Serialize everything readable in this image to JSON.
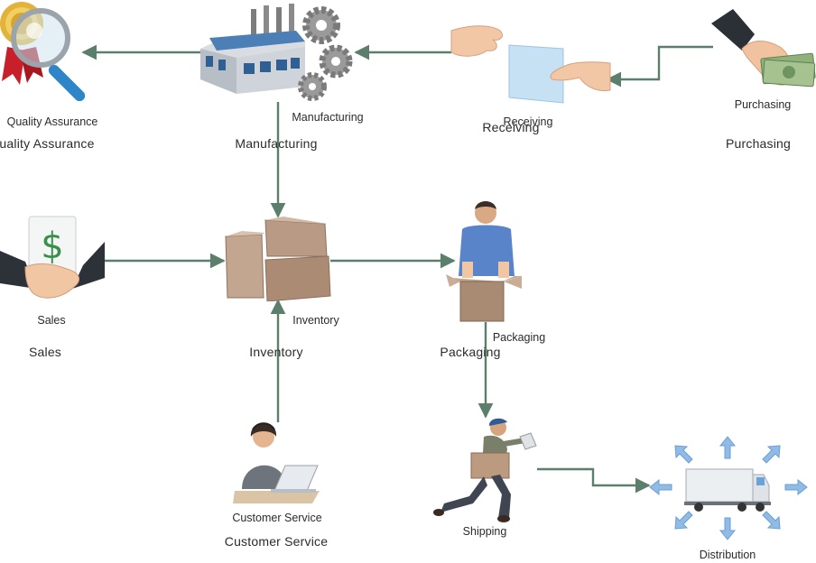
{
  "nodes": {
    "quality_assurance": {
      "icon": "award-magnifier-icon",
      "label": "Quality Assurance",
      "caption": "uality Assurance"
    },
    "manufacturing": {
      "icon": "factory-gears-icon",
      "label": "Manufacturing",
      "caption": "Manufacturing"
    },
    "receiving": {
      "icon": "hands-document-icon",
      "label": "Receiving",
      "caption": "Receiving"
    },
    "purchasing": {
      "icon": "hand-money-icon",
      "label": "Purchasing",
      "caption": "Purchasing"
    },
    "sales": {
      "icon": "handshake-dollar-icon",
      "label": "Sales",
      "caption": "Sales"
    },
    "inventory": {
      "icon": "stacked-boxes-icon",
      "label": "Inventory",
      "caption": "Inventory"
    },
    "packaging": {
      "icon": "worker-box-icon",
      "label": "Packaging",
      "caption": "Packaging"
    },
    "customer_service": {
      "icon": "operator-headset-icon",
      "label": "Customer Service",
      "caption": "Customer Service"
    },
    "shipping": {
      "icon": "courier-running-icon",
      "label": "Shipping"
    },
    "distribution": {
      "icon": "truck-arrows-icon",
      "label": "Distribution"
    }
  },
  "connections": [
    {
      "from": "Purchasing",
      "to": "Receiving"
    },
    {
      "from": "Receiving",
      "to": "Manufacturing"
    },
    {
      "from": "Manufacturing",
      "to": "Quality Assurance"
    },
    {
      "from": "Manufacturing",
      "to": "Inventory"
    },
    {
      "from": "Sales",
      "to": "Inventory"
    },
    {
      "from": "Customer Service",
      "to": "Inventory"
    },
    {
      "from": "Inventory",
      "to": "Packaging"
    },
    {
      "from": "Packaging",
      "to": "Shipping"
    },
    {
      "from": "Shipping",
      "to": "Distribution"
    }
  ],
  "colors": {
    "connector": "#5b7f6c",
    "label": "#2b2b2b"
  }
}
